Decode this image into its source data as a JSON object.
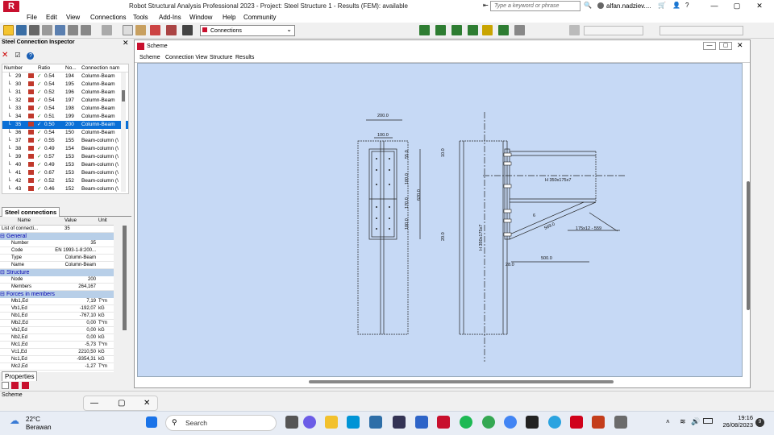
{
  "window": {
    "title": "Robot Structural Analysis Professional 2023 - Project: Steel Structure 1 - Results (FEM): available",
    "logo_text": "R",
    "logo_sub": "PRO",
    "search_placeholder": "Type a keyword or phrase",
    "user": "alfan.nadziev....",
    "minimize": "—",
    "maximize": "▢",
    "close": "✕"
  },
  "menu": [
    "File",
    "Edit",
    "View",
    "Connections",
    "Tools",
    "Add-Ins",
    "Window",
    "Help",
    "Community"
  ],
  "toolbar": {
    "combo_value": "Connections"
  },
  "inspector": {
    "title": "Steel Connection Inspector",
    "columns": [
      "Number",
      "Ratio",
      "No...",
      "Connection nam"
    ],
    "rows": [
      {
        "num": "29",
        "ratio": "0.54",
        "no": "194",
        "name": "Column-Beam"
      },
      {
        "num": "30",
        "ratio": "0.54",
        "no": "195",
        "name": "Column-Beam"
      },
      {
        "num": "31",
        "ratio": "0.52",
        "no": "196",
        "name": "Column-Beam"
      },
      {
        "num": "32",
        "ratio": "0.54",
        "no": "197",
        "name": "Column-Beam"
      },
      {
        "num": "33",
        "ratio": "0.54",
        "no": "198",
        "name": "Column-Beam"
      },
      {
        "num": "34",
        "ratio": "0.51",
        "no": "199",
        "name": "Column-Beam"
      },
      {
        "num": "35",
        "ratio": "0.50",
        "no": "200",
        "name": "Column-Beam"
      },
      {
        "num": "36",
        "ratio": "0.54",
        "no": "150",
        "name": "Column-Beam"
      },
      {
        "num": "37",
        "ratio": "0.55",
        "no": "155",
        "name": "Beam-column (\\"
      },
      {
        "num": "38",
        "ratio": "0.49",
        "no": "154",
        "name": "Beam-column (\\"
      },
      {
        "num": "39",
        "ratio": "0.57",
        "no": "153",
        "name": "Beam-column (\\"
      },
      {
        "num": "40",
        "ratio": "0.49",
        "no": "153",
        "name": "Beam-column (\\"
      },
      {
        "num": "41",
        "ratio": "0.67",
        "no": "153",
        "name": "Beam-column (\\"
      },
      {
        "num": "42",
        "ratio": "0.52",
        "no": "152",
        "name": "Beam-column (\\"
      },
      {
        "num": "43",
        "ratio": "0.46",
        "no": "152",
        "name": "Beam-column (\\"
      }
    ],
    "tab": "Steel connections"
  },
  "properties": {
    "columns": [
      "Name",
      "Value",
      "Unit"
    ],
    "list_row": {
      "name": "List of connecti...",
      "value": "35"
    },
    "sections": [
      {
        "title": "General",
        "rows": [
          {
            "name": "Number",
            "value": "35",
            "unit": ""
          },
          {
            "name": "Code",
            "value": "EN 1993-1-8:200...",
            "unit": ""
          },
          {
            "name": "Type",
            "value": "Column-Beam",
            "unit": ""
          },
          {
            "name": "Name",
            "value": "Column-Beam",
            "unit": ""
          }
        ]
      },
      {
        "title": "Structure",
        "rows": [
          {
            "name": "Node",
            "value": "200",
            "unit": ""
          },
          {
            "name": "Members",
            "value": "264,167",
            "unit": ""
          }
        ]
      },
      {
        "title": "Forces in members",
        "rows": [
          {
            "name": "Mb1,Ed",
            "value": "7,19",
            "unit": "T*m"
          },
          {
            "name": "Vb1,Ed",
            "value": "-192,07",
            "unit": "kG"
          },
          {
            "name": "Nb1,Ed",
            "value": "-767,10",
            "unit": "kG"
          },
          {
            "name": "Mb2,Ed",
            "value": "0,00",
            "unit": "T*m"
          },
          {
            "name": "Vb2,Ed",
            "value": "0,00",
            "unit": "kG"
          },
          {
            "name": "Nb2,Ed",
            "value": "0,00",
            "unit": "kG"
          },
          {
            "name": "Mc1,Ed",
            "value": "-5,73",
            "unit": "T*m"
          },
          {
            "name": "Vc1,Ed",
            "value": "2210,50",
            "unit": "kG"
          },
          {
            "name": "Nc1,Ed",
            "value": "-9354,31",
            "unit": "kG"
          },
          {
            "name": "Mc2,Ed",
            "value": "-1,27",
            "unit": "T*m"
          }
        ]
      }
    ],
    "tab": "Properties"
  },
  "status": "Scheme",
  "scheme": {
    "title": "Scheme",
    "tabs": [
      "Scheme",
      "Connection View",
      "Structure",
      "Results"
    ],
    "dims": {
      "d1": "200.0",
      "d2": "100.0",
      "d3": "10.0",
      "d4": "55.0",
      "d5": "100.0",
      "d6": "170.0",
      "d7": "100.0",
      "d8": "620.0",
      "d9": "20.0",
      "beam": "H 350x175x7",
      "col": "H 350x175x7",
      "stiff": "175x12 - 559",
      "len": "569.0",
      "horiz": "500.0",
      "small": "28.0",
      "weld": "6"
    }
  },
  "taskbar": {
    "temp": "22°C",
    "weather": "Berawan",
    "search": "Search",
    "time": "19:16",
    "date": "26/08/2023",
    "notif": "9"
  },
  "colors": {
    "brand": "#c8102e",
    "canvas": "#c6d9f5",
    "select": "#0a6fd6"
  }
}
